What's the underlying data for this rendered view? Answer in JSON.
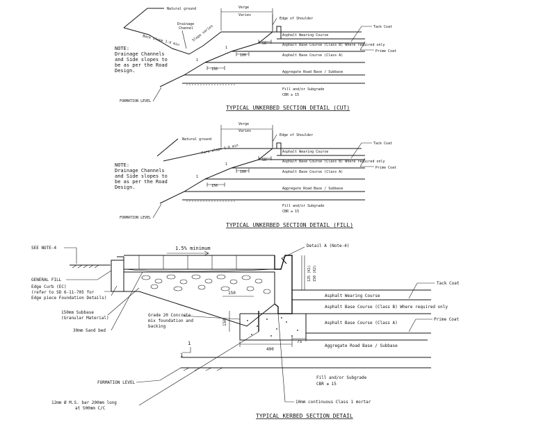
{
  "section1": {
    "title": "TYPICAL UNKERBED SECTION DETAIL (CUT)",
    "natural_ground": "Natural ground",
    "drainage_channel_1": "Drainage",
    "drainage_channel_2": "Channel",
    "back_slope": "Back slope 1:X min",
    "slope_varies": "Slope varies",
    "verge": "Verge",
    "varies": "Varies",
    "edge_of_shoulder": "Edge of Shoulder",
    "tack_coat": "Tack Coat",
    "wearing_course": "Asphalt Wearing Course",
    "base_course_b": "Asphalt Base Course (Class B) Where required only",
    "prime_coat": "Prime Coat",
    "base_course_a": "Asphalt Base Course (Class A)",
    "road_base": "Aggregate Road Base / Subbase",
    "fill_subgrade": "Fill and/or Subgrade",
    "cbr": "CBR ≥ 15",
    "formation_level": "FORMATION LEVEL",
    "note_title": "NOTE:",
    "note_line1": "Drainage Channels",
    "note_line2": "and Side slopes to",
    "note_line3": "be as per the Road",
    "note_line4": "Design.",
    "dim_50": "50",
    "dim_100": "100",
    "dim_150": "150",
    "slope_1": "1"
  },
  "section2": {
    "title": "TYPICAL UNKERBED SECTION DETAIL (FILL)",
    "natural_ground": "Natural ground",
    "fore_slope": "Fore slope 1:X min",
    "verge": "Verge",
    "varies": "Varies",
    "edge_of_shoulder": "Edge of Shoulder",
    "tack_coat": "Tack Coat",
    "wearing_course": "Asphalt Wearing Course",
    "base_course_b": "Asphalt Base Course (Class B) Where required only",
    "prime_coat": "Prime Coat",
    "base_course_a": "Asphalt Base Course (Class A)",
    "road_base": "Aggregate Road Base / Subbase",
    "fill_subgrade": "Fill and/or Subgrade",
    "cbr": "CBR ≥ 15",
    "formation_level": "FORMATION LEVEL",
    "note_title": "NOTE:",
    "note_line1": "Drainage Channels",
    "note_line2": "and Side slopes to",
    "note_line3": "be as per the Road",
    "note_line4": "Design.",
    "dim_50": "50",
    "dim_100": "100",
    "dim_150": "150",
    "slope_1": "1"
  },
  "section3": {
    "title": "TYPICAL KERBED SECTION DETAIL",
    "see_note": "SEE NOTE-4",
    "general_fill": "GENERAL FILL",
    "edge_curb_1": "Edge Curb (EC)",
    "edge_curb_2": "(refer to SD 6-11-705 for",
    "edge_curb_3": "Edge piece Foundation Details)",
    "crossfall": "1.5% minimum",
    "detail_a": "Detail A (Note-4)",
    "dim_125_150": "125 (K1)",
    "dim_150_k2": "150 (K2)",
    "tack_coat": "Tack Coat",
    "wearing_course": "Asphalt Wearing Course",
    "base_course_b": "Asphalt Base Course (Class B) Where required only",
    "prime_coat": "Prime Coat",
    "base_course_a": "Asphalt Base Course (Class A)",
    "road_base": "Aggregate Road Base / Subbase",
    "subbase_1": "150mm Subbase",
    "subbase_2": "(Granular Material)",
    "sand_bed": "30mm Sand bed",
    "concrete_1": "Grade 20 Concrete",
    "concrete_2": "mix foundation and",
    "concrete_3": "backing",
    "dim_150": "150",
    "dim_150_v": "150",
    "dim_400": "400",
    "dim_75": "75",
    "slope_1": "1",
    "formation_level": "FORMATION LEVEL",
    "fill_subgrade": "Fill and/or Subgrade",
    "cbr": "CBR ≥ 15",
    "bar_1": "12mm Ø M.S. bar 200mm long",
    "bar_2": "at 500mm C/C",
    "mortar": "10mm continuous Class 1 mortar"
  }
}
